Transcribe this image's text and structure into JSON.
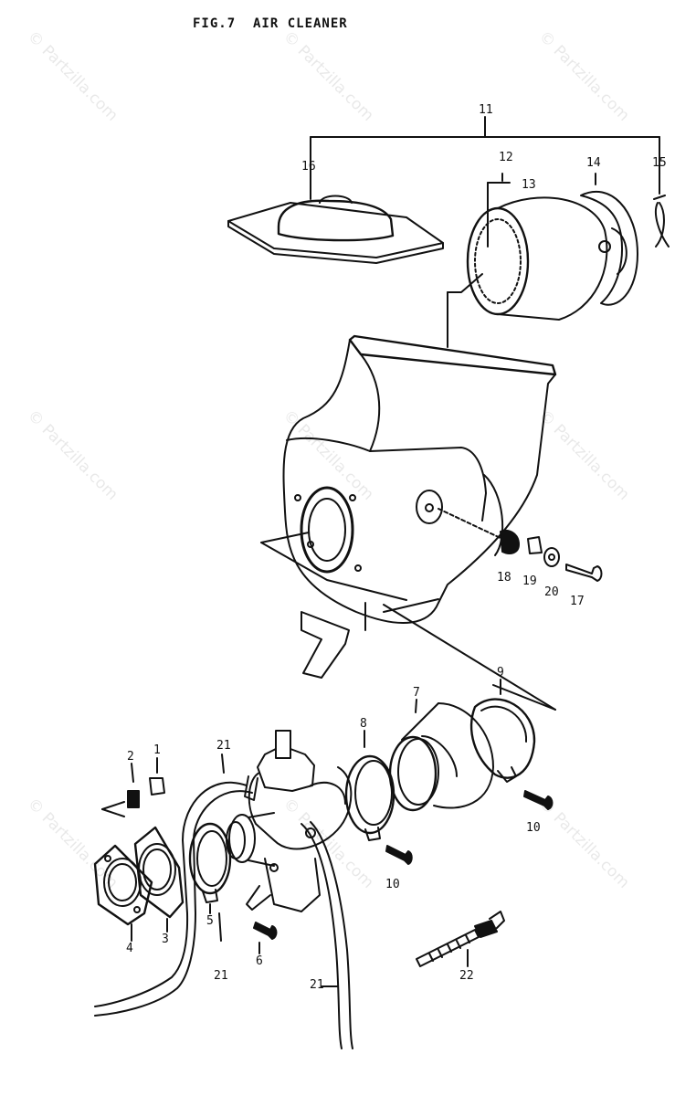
{
  "title": "FIG.7  AIR CLEANER",
  "watermark": "© Partzilla.com",
  "callouts": {
    "n1": "1",
    "n2": "2",
    "n3": "3",
    "n4": "4",
    "n5": "5",
    "n6": "6",
    "n7": "7",
    "n8": "8",
    "n9": "9",
    "n10a": "10",
    "n10b": "10",
    "n11": "11",
    "n12": "12",
    "n13": "13",
    "n14": "14",
    "n15": "15",
    "n16": "16",
    "n17": "17",
    "n18": "18",
    "n19": "19",
    "n20": "20",
    "n21a": "21",
    "n21b": "21",
    "n21c": "21",
    "n22": "22"
  }
}
